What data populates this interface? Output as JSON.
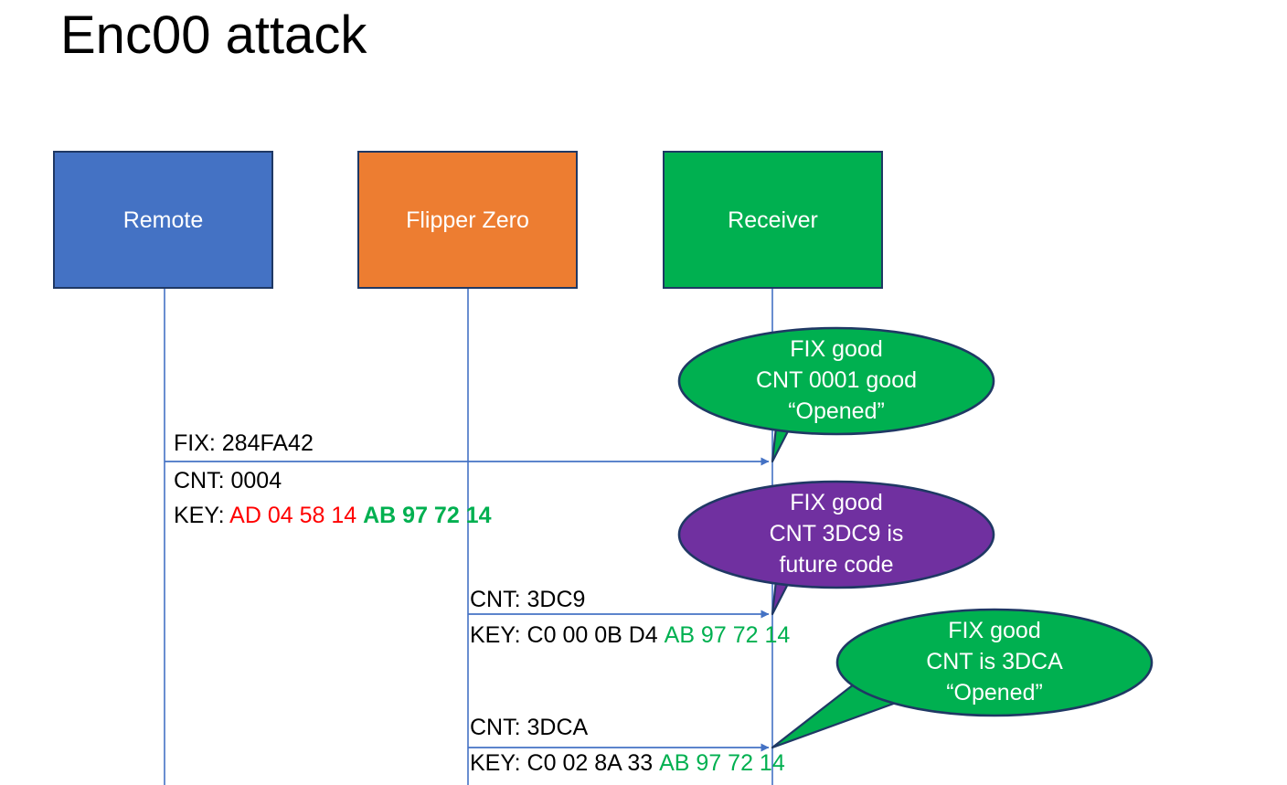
{
  "slide": {
    "title": "Enc00 attack",
    "background": "#FFFFFF"
  },
  "colors": {
    "remote": "#4472C4",
    "flipper": "#ED7D31",
    "receiver": "#00B050",
    "callout_green": "#00B050",
    "callout_purple": "#7030A0",
    "box_border": "#1F3864",
    "lifeline": "#4472C4",
    "arrow": "#4472C4",
    "text_black": "#000000",
    "text_red": "#FF0000",
    "text_green": "#00B050",
    "text_white": "#FFFFFF"
  },
  "actors": [
    {
      "id": "remote",
      "label": "Remote",
      "fill": "#4472C4"
    },
    {
      "id": "flipper",
      "label": "Flipper Zero",
      "fill": "#ED7D31"
    },
    {
      "id": "receiver",
      "label": "Receiver",
      "fill": "#00B050"
    }
  ],
  "messages": [
    {
      "id": "msg1",
      "from": "remote",
      "to": "receiver",
      "line1": "FIX: 284FA42",
      "line2": "CNT: 0004",
      "key_prefix": "KEY: ",
      "key_red": "AD 04 58 14",
      "key_green": "AB 97 72 14"
    },
    {
      "id": "msg2",
      "from": "flipper",
      "to": "receiver",
      "line1": "CNT: 3DC9",
      "key_prefix": "KEY: ",
      "key_black": "C0 00 0B D4",
      "key_green": "AB 97 72 14"
    },
    {
      "id": "msg3",
      "from": "flipper",
      "to": "receiver",
      "line1": "CNT: 3DCA",
      "key_prefix": "KEY: ",
      "key_black": "C0 02 8A 33",
      "key_green": "AB 97 72 14"
    }
  ],
  "callouts": [
    {
      "id": "callout1",
      "fill": "#00B050",
      "lines": [
        "FIX good",
        "CNT 0001 good",
        "“Opened”"
      ]
    },
    {
      "id": "callout2",
      "fill": "#7030A0",
      "lines": [
        "FIX good",
        "CNT 3DC9 is",
        "future code"
      ]
    },
    {
      "id": "callout3",
      "fill": "#00B050",
      "lines": [
        "FIX good",
        "CNT is 3DCA",
        "“Opened”"
      ]
    }
  ]
}
